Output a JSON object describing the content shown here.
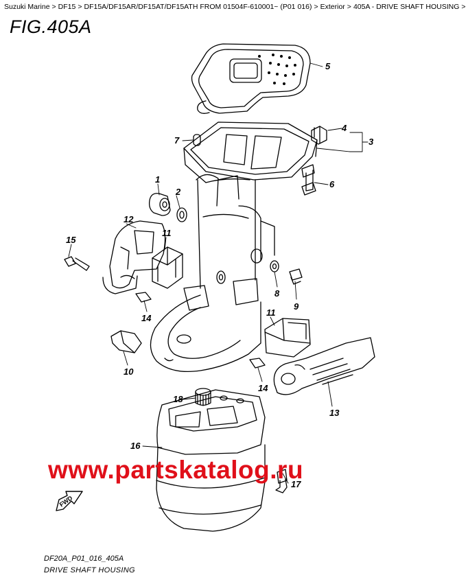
{
  "breadcrumb": {
    "items": [
      "Suzuki Marine",
      "DF15",
      "DF15A/DF15AR/DF15AT/DF15ATH FROM 01504F-610001~ (P01 016)",
      "Exterior",
      "405A - DRIVE SHAFT HOUSING",
      ""
    ],
    "separator": ">"
  },
  "figure": {
    "title": "FIG.405A"
  },
  "callouts": {
    "c1": "1",
    "c2": "2",
    "c3": "3",
    "c4": "4",
    "c5": "5",
    "c6": "6",
    "c7": "7",
    "c8": "8",
    "c9": "9",
    "c10": "10",
    "c11a": "11",
    "c11b": "11",
    "c12": "12",
    "c13": "13",
    "c14a": "14",
    "c14b": "14",
    "c15": "15",
    "c16": "16",
    "c17": "17",
    "c18": "18"
  },
  "fwd_label": "FWD",
  "watermark": "www.partskatalog.ru",
  "footer": {
    "code": "DF20A_P01_016_405A",
    "name": "DRIVE SHAFT HOUSING"
  },
  "colors": {
    "watermark": "#e0101a",
    "line": "#000000"
  }
}
